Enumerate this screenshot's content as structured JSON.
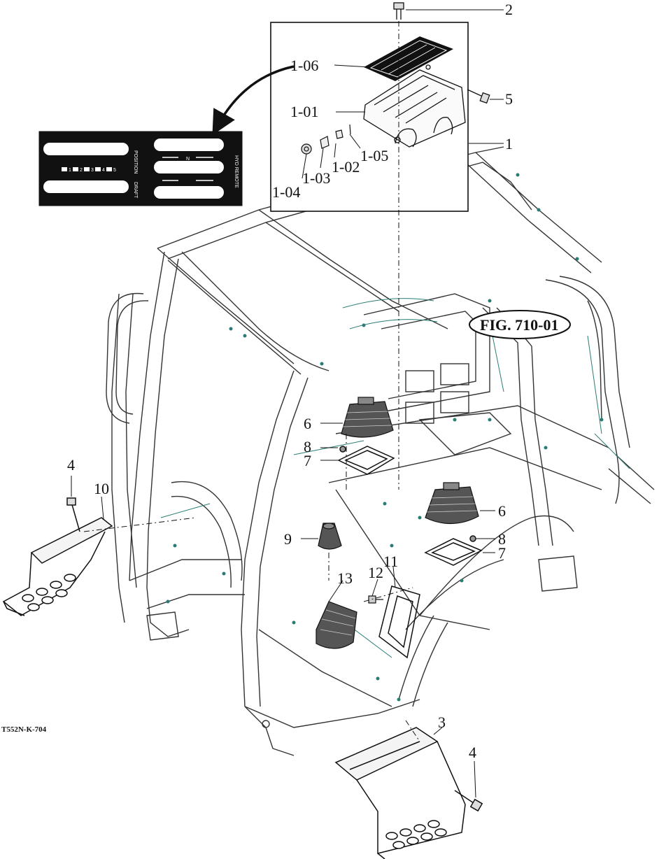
{
  "figure": {
    "reference": "FIG. 710-01",
    "drawing_code": "T552N-K-704",
    "decal": {
      "left_top_label": "POSITION",
      "left_bottom_label": "DRAFT",
      "right_label": "HYD REMOTE",
      "center_mark": "N",
      "scale_marks": [
        "1",
        "2",
        "3",
        "4",
        "5"
      ]
    }
  },
  "callouts": [
    {
      "id": "c-2",
      "label": "2"
    },
    {
      "id": "c-1-06",
      "label": "1-06"
    },
    {
      "id": "c-5",
      "label": "5"
    },
    {
      "id": "c-1-01",
      "label": "1-01"
    },
    {
      "id": "c-1",
      "label": "1"
    },
    {
      "id": "c-1-05",
      "label": "1-05"
    },
    {
      "id": "c-1-02",
      "label": "1-02"
    },
    {
      "id": "c-1-03",
      "label": "1-03"
    },
    {
      "id": "c-1-04",
      "label": "1-04"
    },
    {
      "id": "c-6a",
      "label": "6"
    },
    {
      "id": "c-8a",
      "label": "8"
    },
    {
      "id": "c-7a",
      "label": "7"
    },
    {
      "id": "c-4a",
      "label": "4"
    },
    {
      "id": "c-10",
      "label": "10"
    },
    {
      "id": "c-6b",
      "label": "6"
    },
    {
      "id": "c-9",
      "label": "9"
    },
    {
      "id": "c-8b",
      "label": "8"
    },
    {
      "id": "c-7b",
      "label": "7"
    },
    {
      "id": "c-11",
      "label": "11"
    },
    {
      "id": "c-12",
      "label": "12"
    },
    {
      "id": "c-13",
      "label": "13"
    },
    {
      "id": "c-3",
      "label": "3"
    },
    {
      "id": "c-4b",
      "label": "4"
    }
  ]
}
